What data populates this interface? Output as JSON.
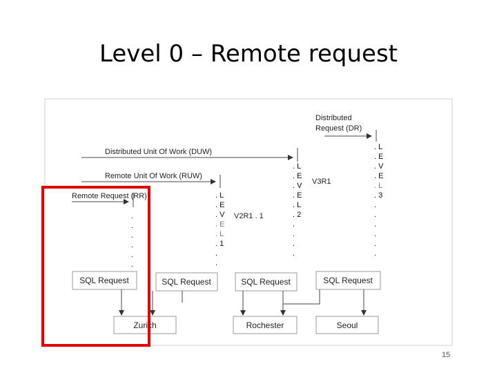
{
  "slide": {
    "title": "Level 0 – Remote request",
    "page_number": "15"
  },
  "diagram": {
    "levels": {
      "distributed_request": [
        "Distributed",
        "Request (DR)"
      ],
      "duw": "Distributed Unit Of Work (DUW)",
      "ruw": "Remote Unit Of Work (RUW)",
      "rr": "Remote Request (RR)"
    },
    "versions": {
      "v2r1": "V2R1 . 1",
      "v3r1": "V3R1"
    },
    "level_columns": {
      "col1": [
        ". L",
        ". E",
        ". V",
        ". E",
        ". L",
        ". 1",
        ".",
        "."
      ],
      "col2": [
        ". L",
        ". E",
        ". V",
        ". E",
        ". L",
        ". 2",
        ".",
        ".",
        ".",
        "."
      ],
      "col3": [
        ". L",
        ". E",
        ". V",
        ". E",
        ". L",
        ". 3",
        ".",
        ".",
        ".",
        ".",
        ".",
        "."
      ]
    },
    "sql_boxes": [
      "SQL Request",
      "SQL Request",
      "SQL Request",
      "SQL Request"
    ],
    "locations": [
      "Zurich",
      "Rochester",
      "Seoul"
    ],
    "highlight_color": "#e00000"
  }
}
